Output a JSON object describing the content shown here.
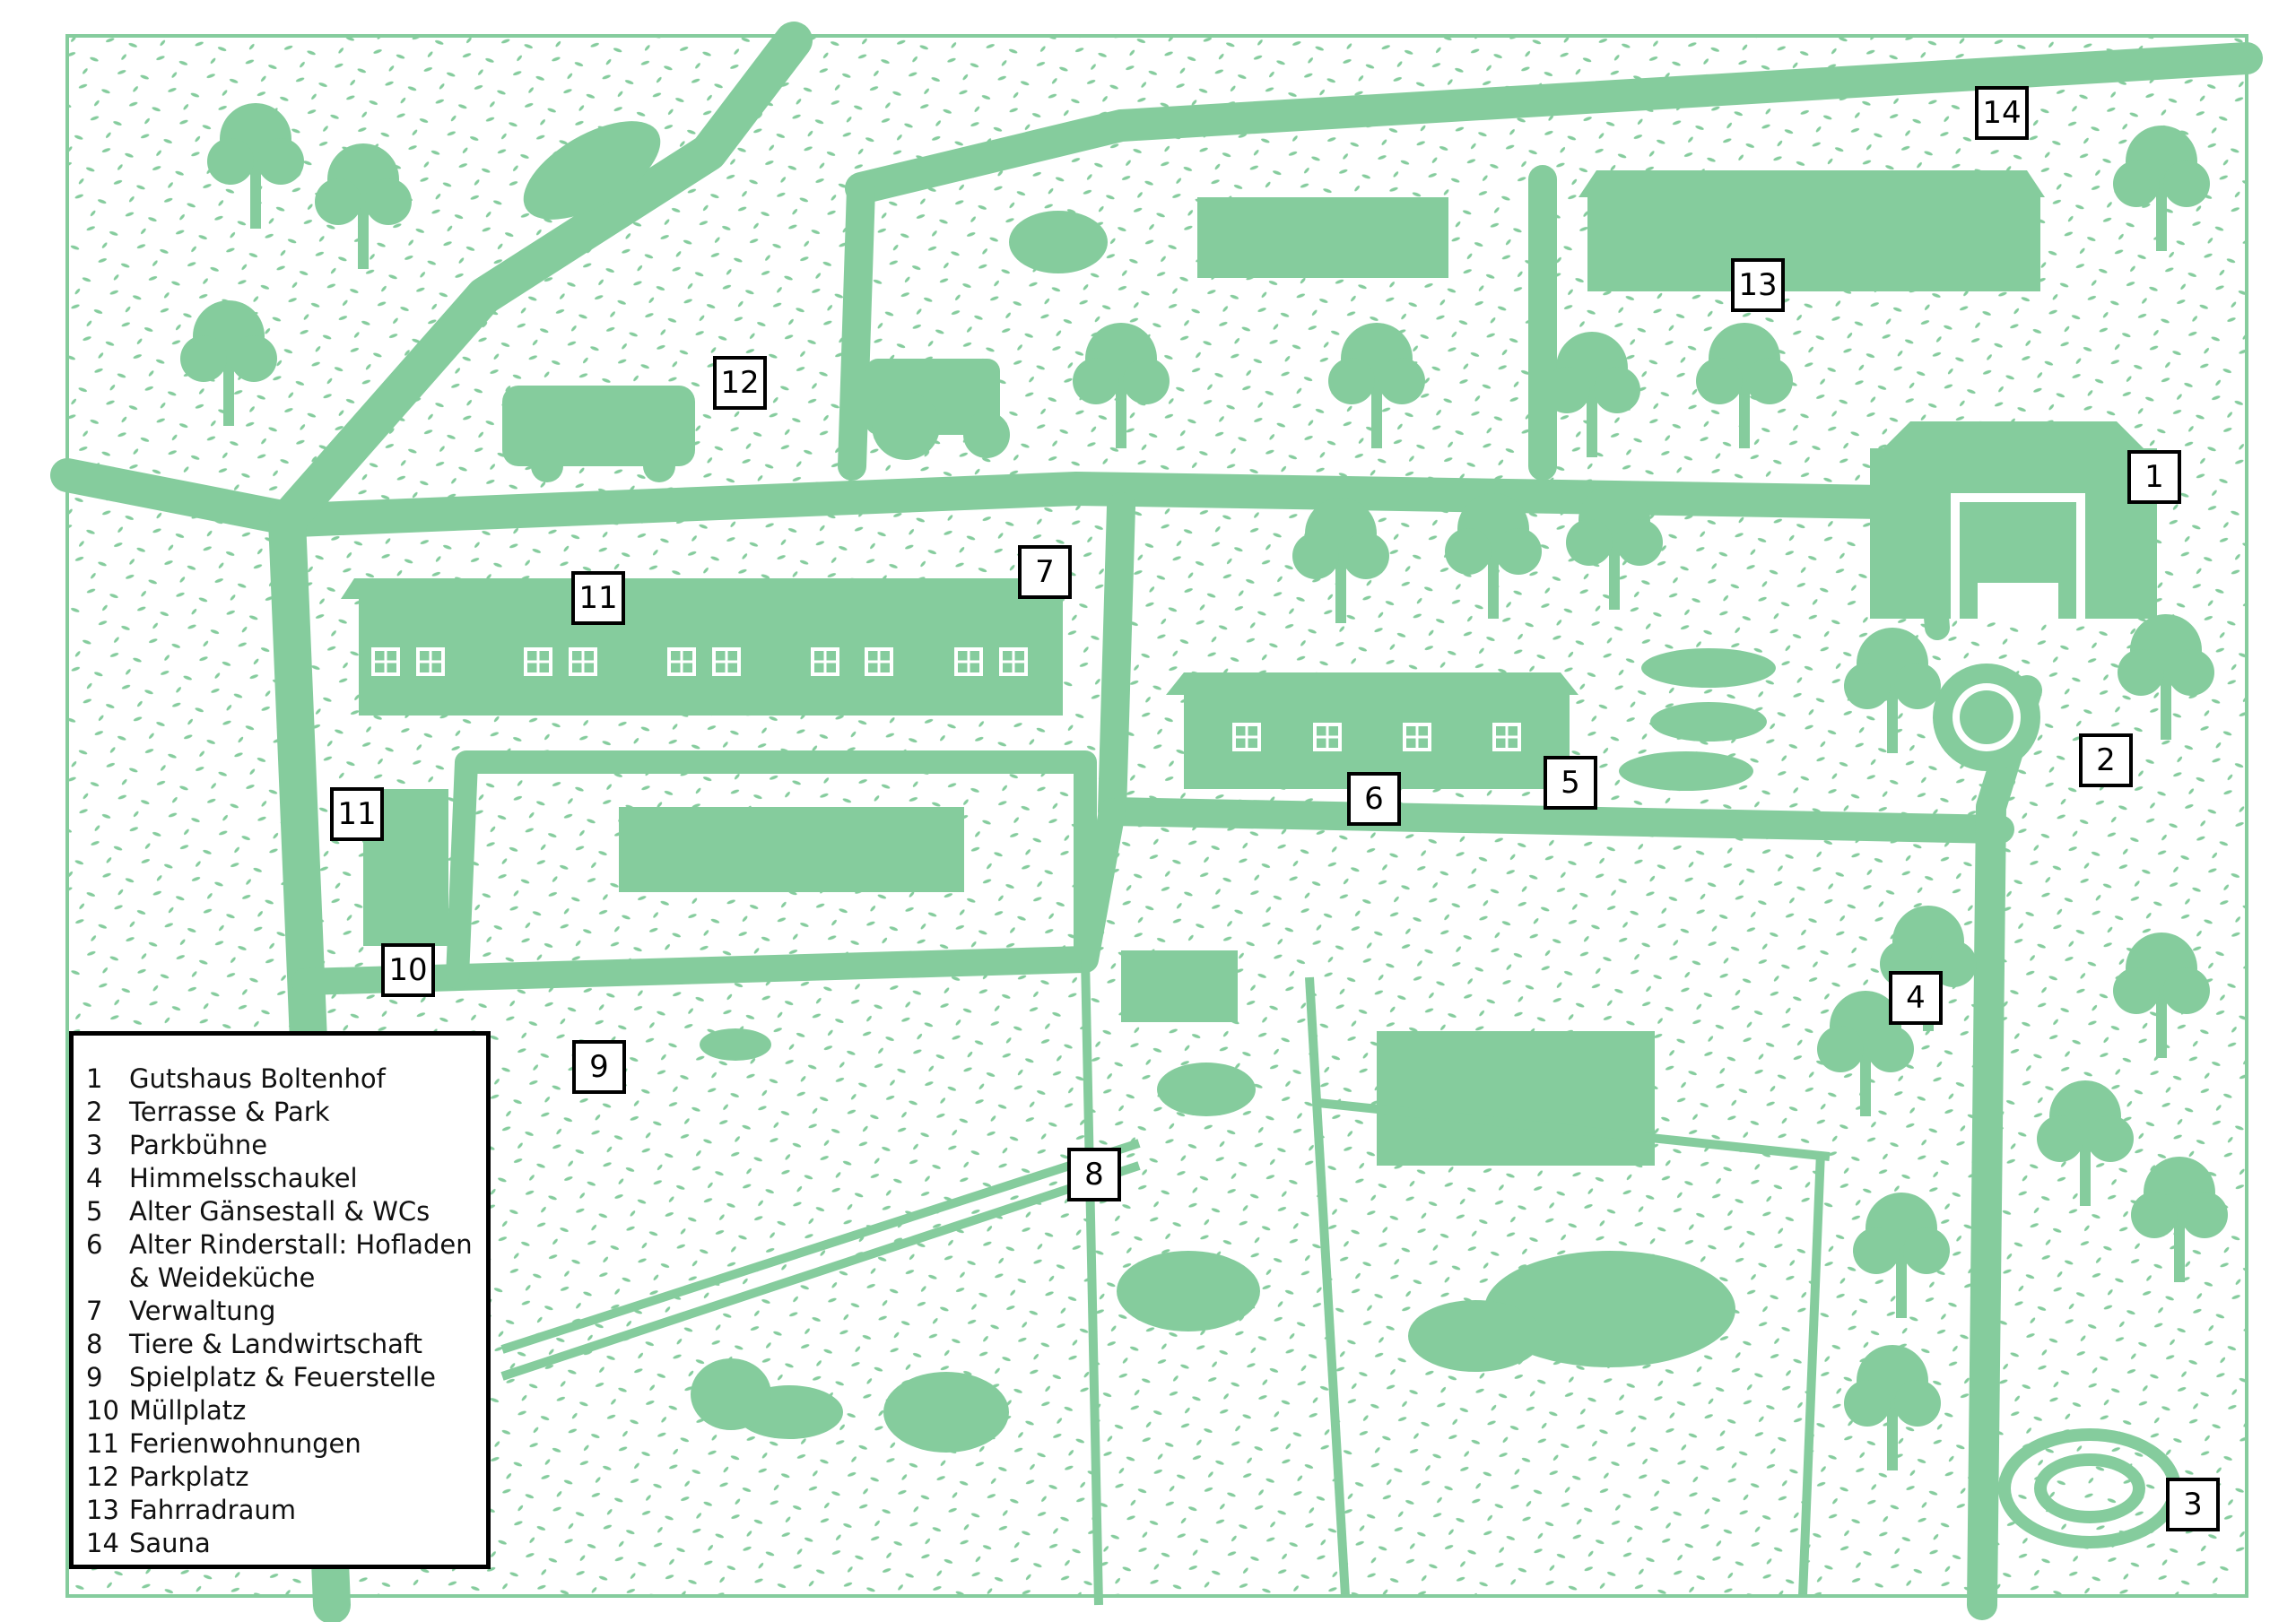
{
  "palette": {
    "green": "#85cc9d",
    "ink": "#000000",
    "paper": "#ffffff"
  },
  "markers": [
    {
      "id": "1",
      "label": "1"
    },
    {
      "id": "2",
      "label": "2"
    },
    {
      "id": "3",
      "label": "3"
    },
    {
      "id": "4",
      "label": "4"
    },
    {
      "id": "5",
      "label": "5"
    },
    {
      "id": "6",
      "label": "6"
    },
    {
      "id": "7",
      "label": "7"
    },
    {
      "id": "8",
      "label": "8"
    },
    {
      "id": "9",
      "label": "9"
    },
    {
      "id": "10",
      "label": "10"
    },
    {
      "id": "11a",
      "label": "11"
    },
    {
      "id": "11b",
      "label": "11"
    },
    {
      "id": "12",
      "label": "12"
    },
    {
      "id": "13",
      "label": "13"
    },
    {
      "id": "14",
      "label": "14"
    }
  ],
  "legend": [
    {
      "num": "1",
      "label": "Gutshaus Boltenhof"
    },
    {
      "num": "2",
      "label": "Terrasse & Park"
    },
    {
      "num": "3",
      "label": "Parkbühne"
    },
    {
      "num": "4",
      "label": "Himmelsschaukel"
    },
    {
      "num": "5",
      "label": "Alter Gänsestall & WCs"
    },
    {
      "num": "6",
      "label": "Alter Rinderstall: Hofladen"
    },
    {
      "num": "",
      "label": "& Weideküche"
    },
    {
      "num": "7",
      "label": "Verwaltung"
    },
    {
      "num": "8",
      "label": "Tiere & Landwirtschaft"
    },
    {
      "num": "9",
      "label": "Spielplatz & Feuerstelle"
    },
    {
      "num": "10",
      "label": "Müllplatz"
    },
    {
      "num": "11",
      "label": "Ferienwohnungen"
    },
    {
      "num": "12",
      "label": "Parkplatz"
    },
    {
      "num": "13",
      "label": "Fahrradraum"
    },
    {
      "num": "14",
      "label": "Sauna"
    }
  ]
}
